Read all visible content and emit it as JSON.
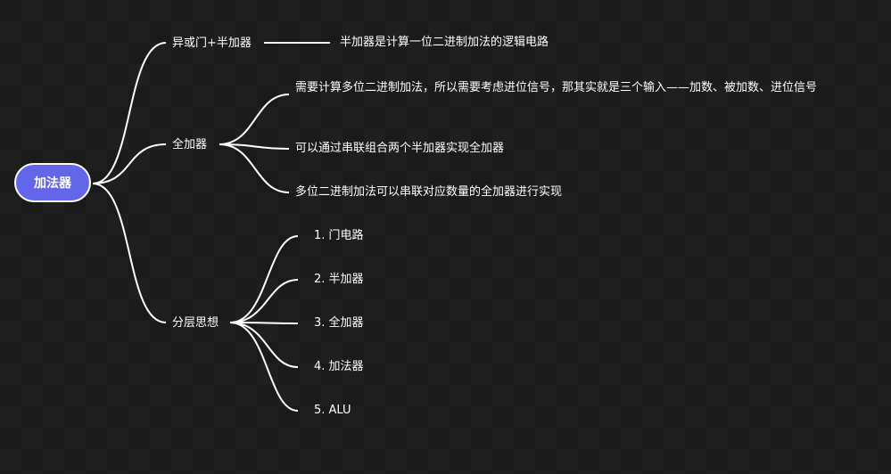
{
  "root": {
    "label": "加法器"
  },
  "branches": [
    {
      "label": "异或门+半加器",
      "children": [
        "半加器是计算一位二进制加法的逻辑电路"
      ]
    },
    {
      "label": "全加器",
      "children": [
        "需要计算多位二进制加法，所以需要考虑进位信号，那其实就是三个输入——加数、被加数、进位信号",
        "可以通过串联组合两个半加器实现全加器",
        "多位二进制加法可以串联对应数量的全加器进行实现"
      ]
    },
    {
      "label": "分层思想",
      "children": [
        "1. 门电路",
        "2. 半加器",
        "3. 全加器",
        "4. 加法器",
        "5. ALU"
      ]
    }
  ],
  "colors": {
    "background": "#1a1a1a",
    "root_fill": "#6366e8",
    "line": "#ffffff"
  }
}
